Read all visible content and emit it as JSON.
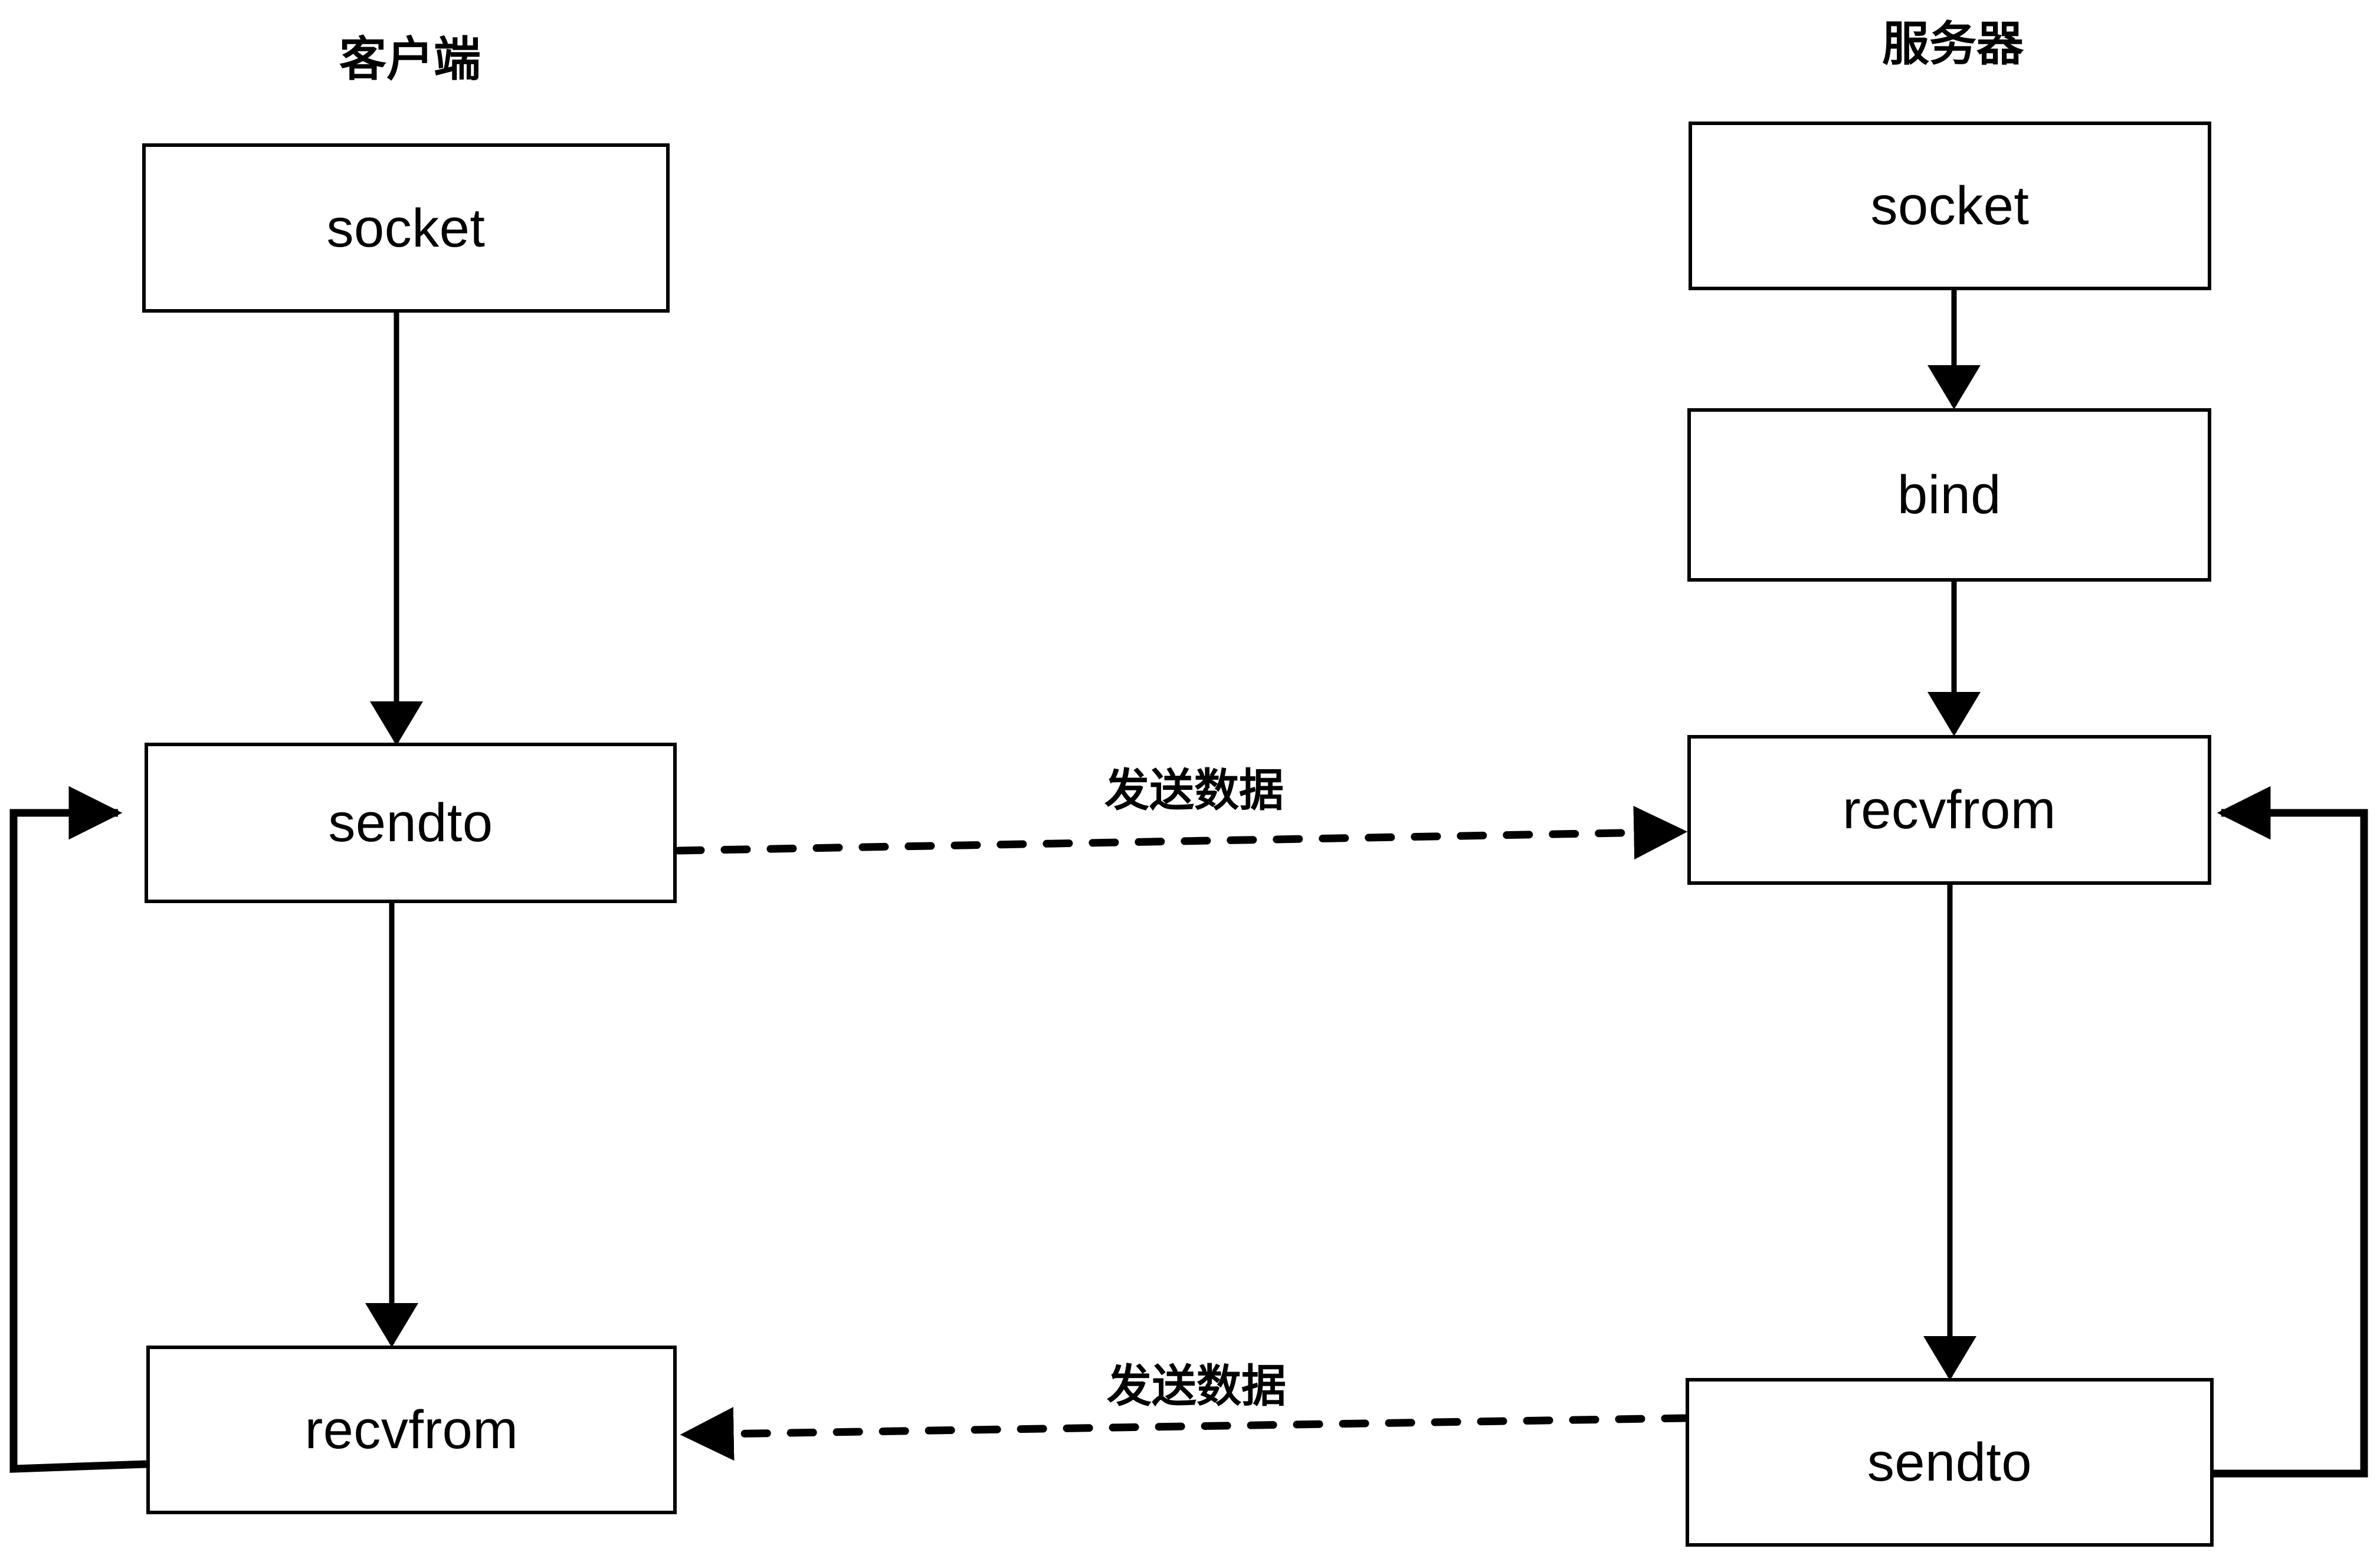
{
  "diagram": {
    "title_client": "客户端",
    "title_server": "服务器",
    "background_color": "#ffffff",
    "stroke_color": "#000000"
  },
  "columns": [
    {
      "id": "client",
      "title": "客户端",
      "nodes": [
        {
          "id": "client-socket",
          "label": "socket"
        },
        {
          "id": "client-sendto",
          "label": "sendto"
        },
        {
          "id": "client-recvfrom",
          "label": "recvfrom"
        }
      ]
    },
    {
      "id": "server",
      "title": "服务器",
      "nodes": [
        {
          "id": "server-socket",
          "label": "socket"
        },
        {
          "id": "server-bind",
          "label": "bind"
        },
        {
          "id": "server-recvfrom",
          "label": "recvfrom"
        },
        {
          "id": "server-sendto",
          "label": "sendto"
        }
      ]
    }
  ],
  "edges": [
    {
      "id": "edge-client-socket-to-sendto",
      "style": "solid",
      "label": ""
    },
    {
      "id": "edge-client-sendto-to-recvfrom",
      "style": "solid",
      "label": ""
    },
    {
      "id": "edge-client-recvfrom-loop-sendto",
      "style": "solid",
      "label": ""
    },
    {
      "id": "edge-server-socket-to-bind",
      "style": "solid",
      "label": ""
    },
    {
      "id": "edge-server-bind-to-recvfrom",
      "style": "solid",
      "label": ""
    },
    {
      "id": "edge-server-recvfrom-to-sendto",
      "style": "solid",
      "label": ""
    },
    {
      "id": "edge-server-sendto-loop-recvfrom",
      "style": "solid",
      "label": ""
    },
    {
      "id": "edge-client-sendto-to-server-recvfrom",
      "style": "dashed",
      "label": "发送数据"
    },
    {
      "id": "edge-server-sendto-to-client-recvfrom",
      "style": "dashed",
      "label": "发送数据"
    }
  ],
  "edge_labels": {
    "upper_send_data": "发送数据",
    "lower_send_data": "发送数据"
  }
}
